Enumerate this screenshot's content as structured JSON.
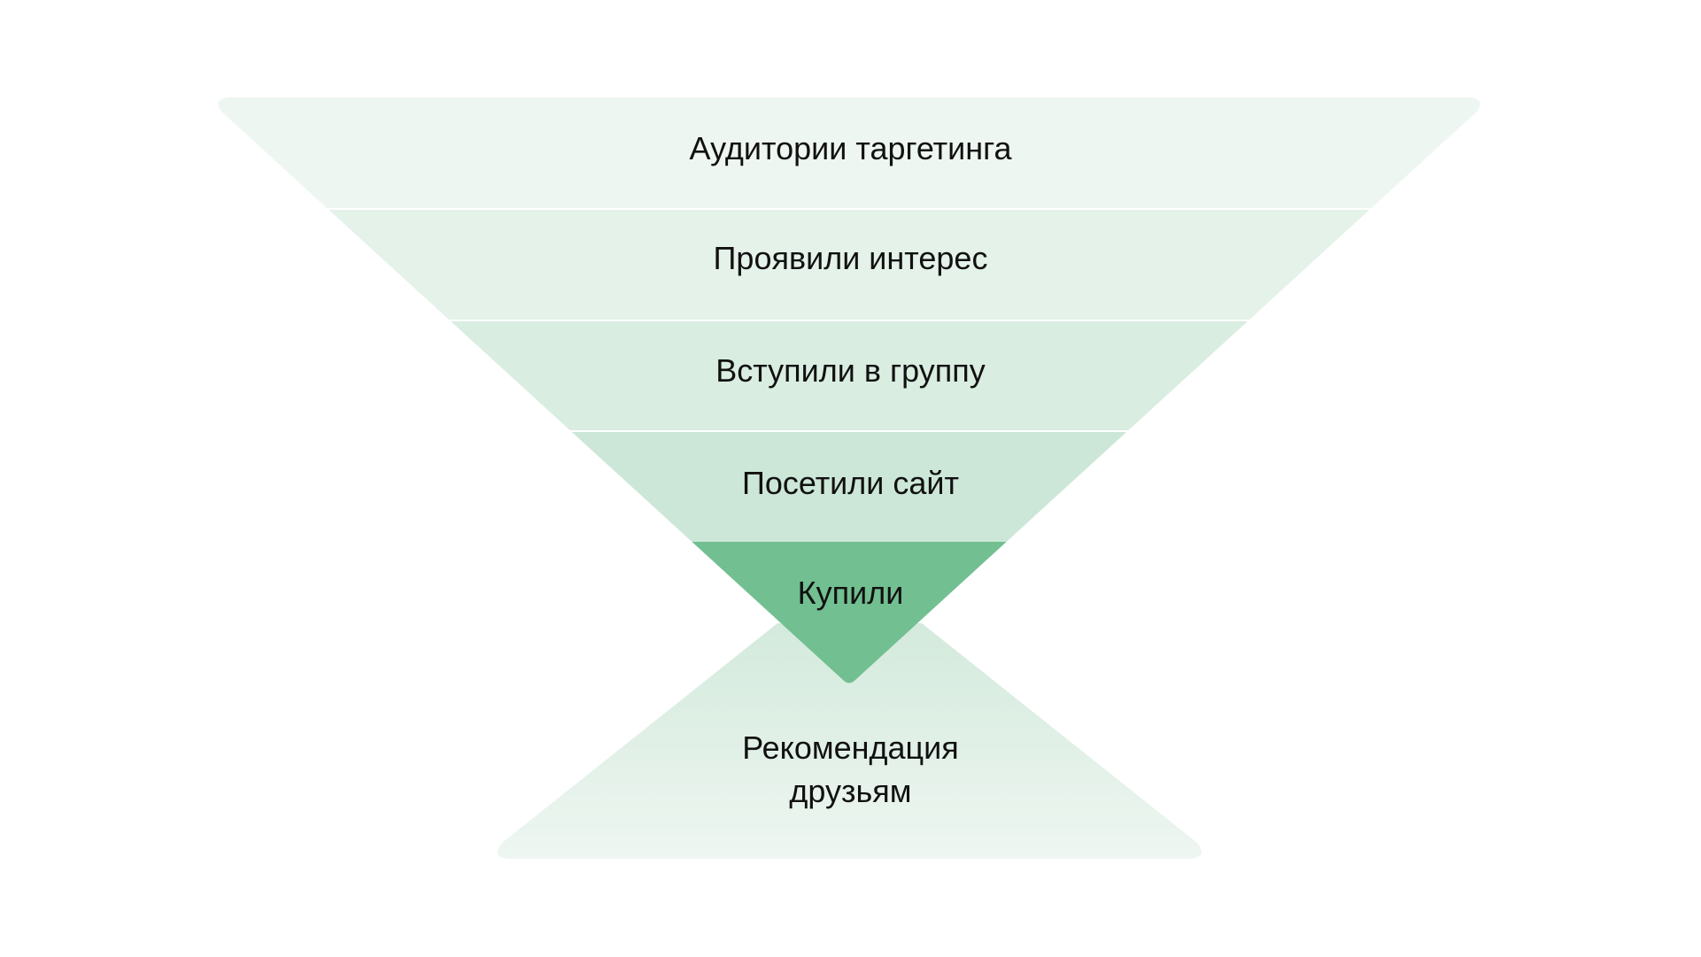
{
  "funnel": {
    "stages": [
      {
        "label": "Аудитории таргетинга",
        "color": "#eef6f1"
      },
      {
        "label": "Проявили интерес",
        "color": "#e4f2e9"
      },
      {
        "label": "Вступили в группу",
        "color": "#d9ede1"
      },
      {
        "label": "Посетили сайт",
        "color": "#cce7d7"
      },
      {
        "label": "Купили",
        "color": "#72bf91"
      }
    ],
    "recommendation": {
      "line1": "Рекомендация",
      "line2": "друзьям",
      "color_top": "#d3eadc",
      "color_bottom": "#eef6f1"
    }
  }
}
